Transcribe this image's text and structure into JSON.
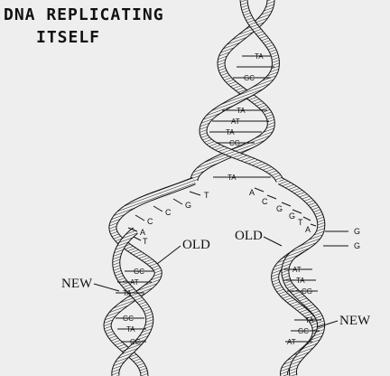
{
  "title": {
    "line1": "DNA REPLICATING",
    "line2": "ITSELF"
  },
  "labels": {
    "old_left": "OLD",
    "old_right": "OLD",
    "new_left": "NEW",
    "new_right": "NEW"
  },
  "top_pairs": [
    "TA",
    "GC",
    "TA",
    "AT",
    "TA",
    "CG",
    "TA"
  ],
  "left_unpaired": [
    "T",
    "G",
    "C",
    "C",
    "A",
    "T"
  ],
  "right_unpaired": [
    "A",
    "C",
    "G",
    "G",
    "T",
    "A",
    "G",
    "G"
  ],
  "left_new_pairs": [
    "GC",
    "AT",
    "TA",
    "GC",
    "TA",
    "CG"
  ],
  "right_new_pairs": [
    "AT",
    "TA",
    "CG",
    "TA",
    "GC",
    "AT"
  ]
}
